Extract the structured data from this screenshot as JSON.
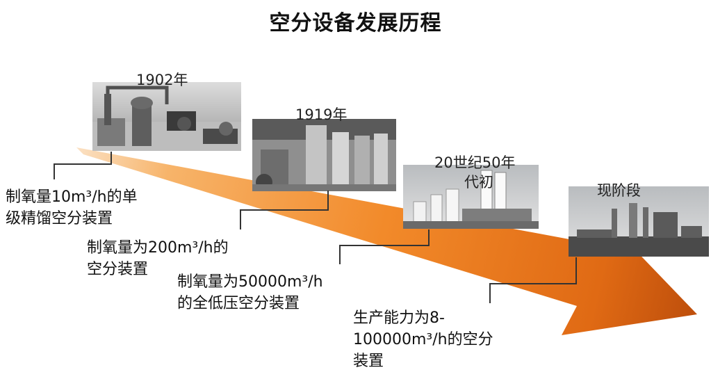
{
  "title": "空分设备发展历程",
  "stages": [
    {
      "id": "1902",
      "year": "1902年",
      "photo_icon": "vintage-machinery-photo",
      "description_line1": "制氧量10m³/h的单",
      "description_line2": "级精馏空分装置"
    },
    {
      "id": "1919",
      "year": "1919年",
      "photo_icon": "distillation-column-plant-photo",
      "description_line1": "制氧量为200m³/h的",
      "description_line2": "空分装置"
    },
    {
      "id": "1950s",
      "year_line1": "20世纪50年",
      "year_line2": "代初",
      "photo_icon": "industrial-tower-plant-photo",
      "description_line1": "制氧量为50000m³/h",
      "description_line2": "的全低压空分装置"
    },
    {
      "id": "present",
      "year": "现阶段",
      "photo_icon": "modern-air-separation-plant-photo",
      "description_line1": "生产能力为8-",
      "description_line2": "100000m³/h的空分",
      "description_line3": "装置"
    }
  ],
  "colors": {
    "arrow_start": "#fbe1c4",
    "arrow_mid": "#f49a36",
    "arrow_end": "#c0500c",
    "connector": "#333333"
  }
}
